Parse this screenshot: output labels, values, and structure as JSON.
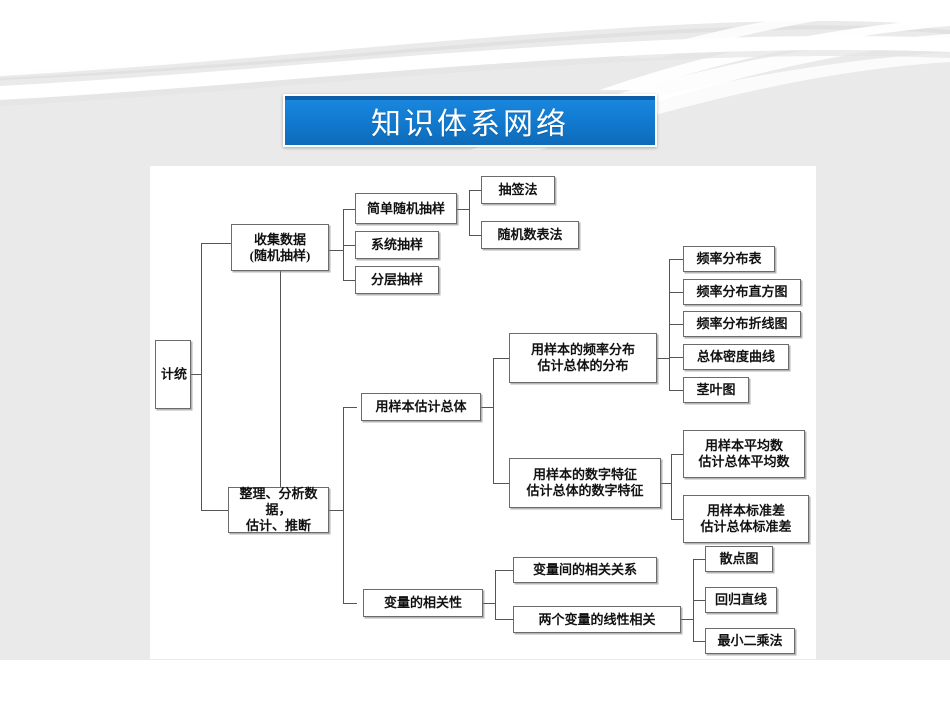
{
  "slide": {
    "title": "知识体系网络",
    "background_color": "#eaeaea",
    "panel_color": "#ffffff",
    "accent_color": "#1179cf"
  },
  "diagram": {
    "type": "tree",
    "root": "统计",
    "nodes": {
      "root": "统\n计",
      "collect": "收集数据\n(随机抽样)",
      "simple_random": "简单随机抽样",
      "systematic": "系统抽样",
      "stratified": "分层抽样",
      "lottery": "抽签法",
      "random_table": "随机数表法",
      "organize": "整理、分析数据，\n估计、推断",
      "estimate_population": "用样本估计总体",
      "freq_dist": "用样本的频率分布\n估计总体的分布",
      "freq_table": "频率分布表",
      "freq_histogram": "频率分布直方图",
      "freq_polygon": "频率分布折线图",
      "density_curve": "总体密度曲线",
      "stem_leaf": "茎叶图",
      "numeric_feature": "用样本的数字特征\n估计总体的数字特征",
      "sample_mean": "用样本平均数\n估计总体平均数",
      "sample_sd": "用样本标准差\n估计总体标准差",
      "correlation": "变量的相关性",
      "var_relation": "变量间的相关关系",
      "linear_relation": "两个变量的线性相关",
      "scatter_plot": "散点图",
      "regression_line": "回归直线",
      "least_squares": "最小二乘法"
    },
    "edges": [
      [
        "root",
        "collect"
      ],
      [
        "root",
        "organize"
      ],
      [
        "collect",
        "simple_random"
      ],
      [
        "collect",
        "systematic"
      ],
      [
        "collect",
        "stratified"
      ],
      [
        "simple_random",
        "lottery"
      ],
      [
        "simple_random",
        "random_table"
      ],
      [
        "organize",
        "estimate_population"
      ],
      [
        "organize",
        "correlation"
      ],
      [
        "estimate_population",
        "freq_dist"
      ],
      [
        "estimate_population",
        "numeric_feature"
      ],
      [
        "freq_dist",
        "freq_table"
      ],
      [
        "freq_dist",
        "freq_histogram"
      ],
      [
        "freq_dist",
        "freq_polygon"
      ],
      [
        "freq_dist",
        "density_curve"
      ],
      [
        "freq_dist",
        "stem_leaf"
      ],
      [
        "numeric_feature",
        "sample_mean"
      ],
      [
        "numeric_feature",
        "sample_sd"
      ],
      [
        "correlation",
        "var_relation"
      ],
      [
        "correlation",
        "linear_relation"
      ],
      [
        "linear_relation",
        "scatter_plot"
      ],
      [
        "linear_relation",
        "regression_line"
      ],
      [
        "linear_relation",
        "least_squares"
      ]
    ]
  }
}
